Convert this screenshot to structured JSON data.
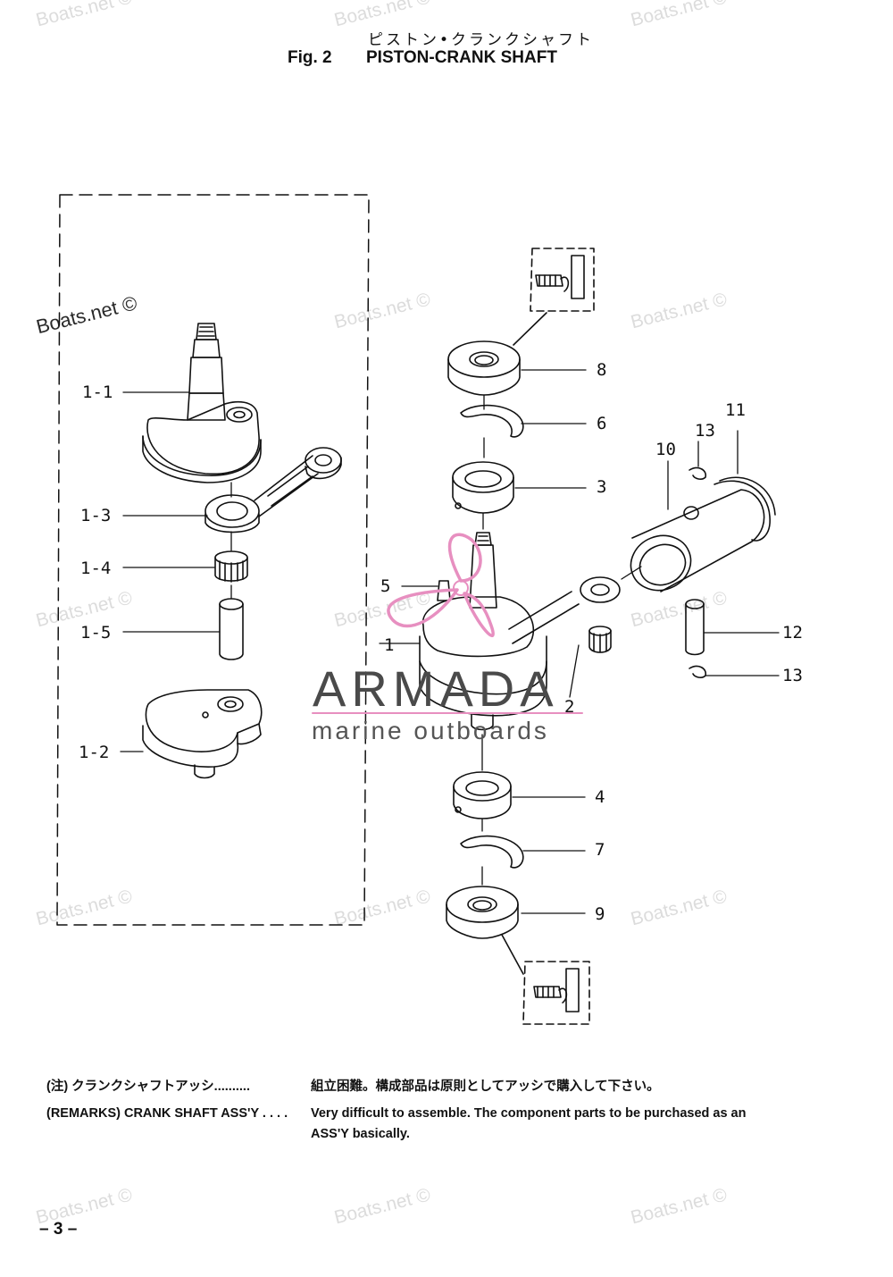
{
  "header": {
    "jp_title": "ピストン•クランクシャフト",
    "fig_label": "Fig. 2",
    "fig_title": "PISTON-CRANK SHAFT"
  },
  "callouts": {
    "c1_1": "1-1",
    "c1_3": "1-3",
    "c1_4": "1-4",
    "c1_5": "1-5",
    "c1_2": "1-2",
    "c8": "8",
    "c6": "6",
    "c3": "3",
    "c5": "5",
    "c1": "1",
    "c2": "2",
    "c4": "4",
    "c7": "7",
    "c9": "9",
    "c10": "10",
    "c11": "11",
    "c13a": "13",
    "c12": "12",
    "c13b": "13"
  },
  "watermarks": {
    "boats": "Boats.net ©",
    "armada_main": "ARMADA",
    "armada_sub": "marine outboards"
  },
  "notes": {
    "jp_prefix": "(注) クランクシャフトアッシ..........",
    "jp_text": "組立困難。構成部品は原則としてアッシで購入して下さい。",
    "en_prefix": "(REMARKS) CRANK SHAFT ASS'Y . . . .",
    "en_text_1": "Very difficult to assemble. The component parts to be purchased as an",
    "en_text_2": "ASS'Y basically."
  },
  "footer": {
    "page_number": "– 3 –"
  },
  "colors": {
    "line": "#111111",
    "watermark": "#dcdcdc",
    "logo_pink": "#e78fc0"
  }
}
